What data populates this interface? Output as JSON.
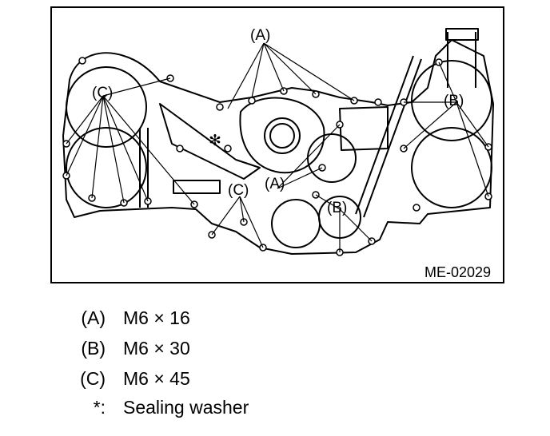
{
  "figure": {
    "code": "ME-02029",
    "callouts": {
      "A": "(A)",
      "B": "(B)",
      "C": "(C)",
      "star": "✻"
    }
  },
  "legend": [
    {
      "key": "(A)",
      "value": "M6 × 16"
    },
    {
      "key": "(B)",
      "value": "M6 × 30"
    },
    {
      "key": "(C)",
      "value": "M6 × 45"
    },
    {
      "key": "*:",
      "value": "Sealing washer"
    }
  ]
}
